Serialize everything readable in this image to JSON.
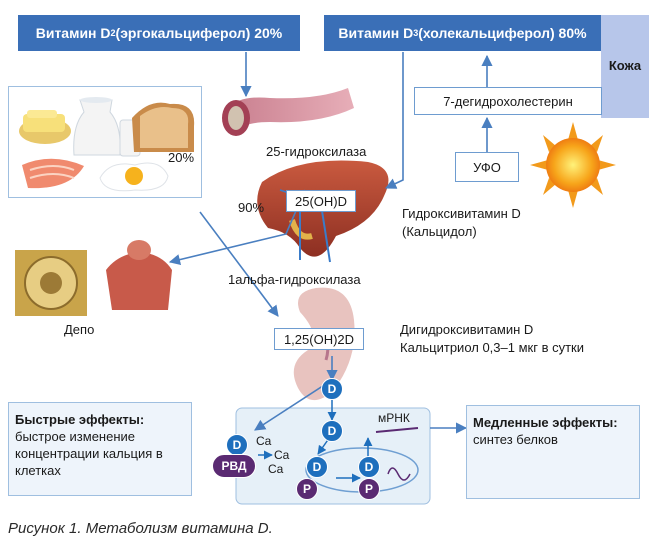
{
  "headers": {
    "d2_prefix": "Витамин D",
    "d2_sub": "2",
    "d2_suffix": " (эргокальциферол) 20%",
    "d3_prefix": "Витамин D",
    "d3_sub": "3",
    "d3_suffix": " (холекальциферол) 80%",
    "skin": "Кожа"
  },
  "food": {
    "percent": "20%"
  },
  "pathway": {
    "dehydrocholesterol": "7-дегидрохолестерин",
    "uv": "УФО",
    "hydroxylase_25": "25-гидроксилаза",
    "metabolite_25oh": "25(OH)D",
    "percent_90": "90%",
    "hydroxy_d_line1": "Гидроксивитамин  D",
    "hydroxy_d_line2": "(Кальцидол)",
    "depot": "Депо",
    "alpha_hydroxylase": "1альфа-гидроксилаза",
    "metabolite_125": "1,25(OH)2D",
    "dihydroxy_line1": "Дигидроксивитамин D",
    "dihydroxy_line2": "Кальцитриол 0,3–1 мкг в сутки"
  },
  "fast_effects": {
    "title": "Быстрые эффекты:",
    "text": "быстрое изменение концентрации кальция в клетках"
  },
  "slow_effects": {
    "title": "Медленные эффекты:",
    "text": "синтез белков"
  },
  "cell": {
    "d": "D",
    "p": "P",
    "rvd": "РВД",
    "ca": "Ca",
    "mrna": "мРНК"
  },
  "caption": "Рисунок 1. Метаболизм витамина D.",
  "colors": {
    "header_blue": "#3a6fb7",
    "arrow_blue": "#4a7fc0",
    "badge_d": "#1e6fbd",
    "badge_p": "#5a2a72"
  }
}
